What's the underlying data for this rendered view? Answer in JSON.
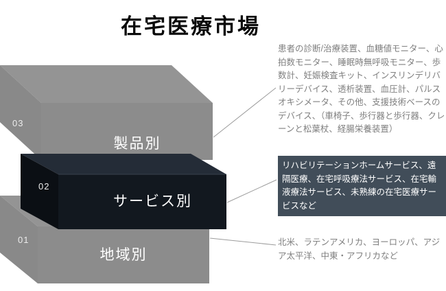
{
  "title": "在宅医療市場",
  "layers": [
    {
      "number": "03",
      "label": "製品別",
      "description": "患者の診断/治療装置、血糖値モニター、心拍数モニター、睡眠時無呼吸モニター、歩数計、妊娠検査キット、インスリンデリバリーデバイス、透析装置、血圧計、パルスオキシメータ、その他、支援技術ベースのデバイス、（車椅子、歩行器と歩行器、クレーンと松葉杖、経腸栄養装置）"
    },
    {
      "number": "02",
      "label": "サービス別",
      "description": "リハビリテーションホームサービス、遠隔医療、在宅呼吸療法サービス、在宅輸液療法サービス、未熟練の在宅医療サービスなど"
    },
    {
      "number": "01",
      "label": "地域別",
      "description": "北米、ラテンアメリカ、ヨーロッパ、アジア太平洋、中東・アフリカなど"
    }
  ],
  "colors": {
    "gray_top": "#949494",
    "gray_left": "#898989",
    "gray_front": "#8c8c8c",
    "dark_top": "#242c37",
    "dark_left": "#0b0f14",
    "dark_front": "#12181f",
    "service_box_bg": "#414d59",
    "description_text": "#7f7f7f",
    "connector": "#9b9b9b"
  }
}
